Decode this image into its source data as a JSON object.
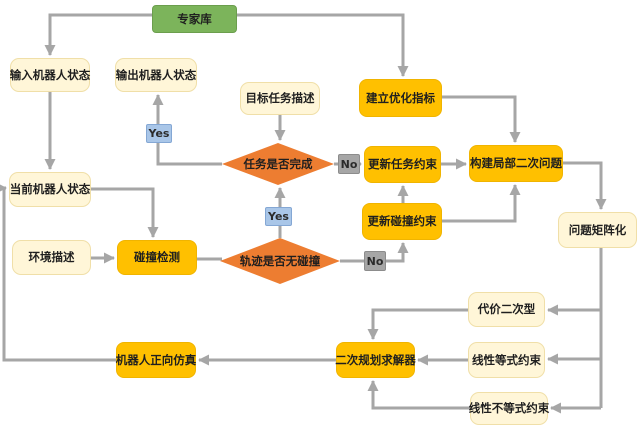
{
  "palette": {
    "background": "#FFFFFF",
    "green_fill": "#7CB45B",
    "green_border": "#6B9E4D",
    "cream_fill": "#FFF6D8",
    "cream_border": "#F0DFA8",
    "golden_fill": "#FFC000",
    "golden_border": "#F0B400",
    "diamond_fill": "#ED7D31",
    "yes_fill": "#A9C6E8",
    "yes_border": "#84A7D4",
    "no_fill": "#A6A6A6",
    "no_border": "#8C8C8C",
    "line": "#A6A6A6",
    "text": "#1F1F1F"
  },
  "nodes": {
    "expert_library": {
      "label": "专家库"
    },
    "input_robot_state": {
      "label": "输入机器人状态"
    },
    "output_robot_state": {
      "label": "输出机器人状态"
    },
    "target_task_desc": {
      "label": "目标任务描述"
    },
    "build_opt_index": {
      "label": "建立优化指标"
    },
    "task_complete": {
      "label": "任务是否完成"
    },
    "update_task_constraint": {
      "label": "更新任务约束"
    },
    "build_local_qp": {
      "label": "构建局部二次问题"
    },
    "update_collision_constraint": {
      "label": "更新碰撞约束"
    },
    "traj_collision_free": {
      "label": "轨迹是否无碰撞"
    },
    "current_robot_state": {
      "label": "当前机器人状态"
    },
    "env_desc": {
      "label": "环境描述"
    },
    "collision_detect": {
      "label": "碰撞检测"
    },
    "problem_matrix": {
      "label": "问题矩阵化"
    },
    "cost_quadratic": {
      "label": "代价二次型"
    },
    "linear_eq": {
      "label": "线性等式约束"
    },
    "linear_ineq": {
      "label": "线性不等式约束"
    },
    "qp_solver": {
      "label": "二次规划求解器"
    },
    "robot_forward_sim": {
      "label": "机器人正向仿真"
    }
  },
  "edge_labels": {
    "yes_to_output": "Yes",
    "yes_to_task_check": "Yes",
    "no_to_task_constraint": "No",
    "no_to_collision_constraint": "No"
  }
}
